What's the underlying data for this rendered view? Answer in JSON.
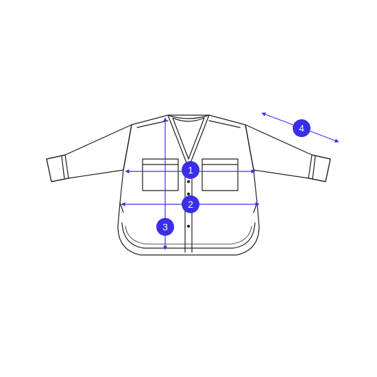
{
  "colors": {
    "background": "#ffffff",
    "garment_stroke": "#1a1a1a",
    "measure_line": "#3a2ee8",
    "marker_fill": "#3a2ee8",
    "marker_text": "#ffffff"
  },
  "garment": {
    "type": "v-neck cardigan flat sketch",
    "icon": "cardigan-flat-sketch"
  },
  "markers": [
    {
      "label": "1"
    },
    {
      "label": "2"
    },
    {
      "label": "3"
    },
    {
      "label": "4"
    }
  ]
}
